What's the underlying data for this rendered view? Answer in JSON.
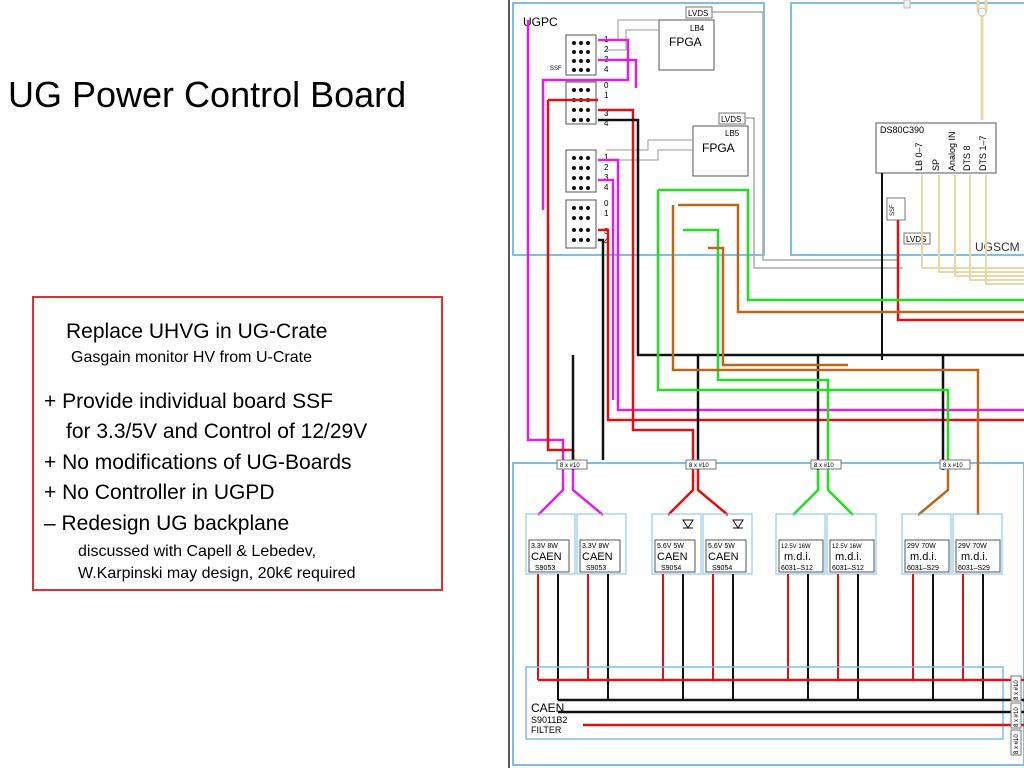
{
  "slide": {
    "title": "UG Power Control Board",
    "notes": {
      "line1": "Replace  UHVG in UG-Crate",
      "line2": "Gasgain monitor HV from U-Crate",
      "line3": "+ Provide individual board SSF",
      "line4": "for 3.3/5V and Control of 12/29V",
      "line5": "+ No modifications of UG-Boards",
      "line6": "+ No Controller in UGPD",
      "line7": "– Redesign UG backplane",
      "line8": "discussed with Capell & Lebedev,",
      "line9": "W.Karpinski may design,  20k€ required"
    }
  },
  "schematic": {
    "ugpc_label": "UGPC",
    "ugscm_label": "UGSCM",
    "fpga1": {
      "box_label": "LB4",
      "chip": "FPGA",
      "link": "LVDS"
    },
    "fpga2": {
      "box_label": "LB5",
      "chip": "FPGA",
      "link": "LVDS"
    },
    "ssf_label": "SSF",
    "ssf_small": "SSF",
    "lvds_small": "LVDS",
    "connector_pins": {
      "c1": [
        "1",
        "2",
        "3",
        "4"
      ],
      "c2": [
        "0",
        "1",
        "3",
        "4"
      ],
      "c3": [
        "1",
        "2",
        "3",
        "4"
      ],
      "c4": [
        "0",
        "1",
        "3",
        "4"
      ]
    },
    "ds80": {
      "name": "DS80C390",
      "pins": [
        "LB 0–7",
        "SP",
        "Analog IN",
        "DTS 8",
        "DTS 1–7"
      ]
    },
    "bus_labels": [
      "8 x #10",
      "8 x #10",
      "8 x #10",
      "8 x #10"
    ],
    "modules": [
      {
        "rating": "3.3V  8W",
        "brand": "CAEN",
        "model": "S9053"
      },
      {
        "rating": "3.3V  8W",
        "brand": "CAEN",
        "model": "S9053"
      },
      {
        "rating": "5.6V  5W",
        "brand": "CAEN",
        "model": "S9054"
      },
      {
        "rating": "5.6V  5W",
        "brand": "CAEN",
        "model": "S9054"
      },
      {
        "rating": "12.5V 16W",
        "brand": "m.d.i.",
        "model": "6031–S12"
      },
      {
        "rating": "12.5V 16W",
        "brand": "m.d.i.",
        "model": "6031–S12"
      },
      {
        "rating": "29V 70W",
        "brand": "m.d.i.",
        "model": "6031–S29"
      },
      {
        "rating": "29V 70W",
        "brand": "m.d.i.",
        "model": "6031–S29"
      }
    ],
    "filter": {
      "brand": "CAEN",
      "model": "S9011B2",
      "type": "FILTER"
    },
    "right_labels": [
      "8 x #10",
      "8 x #10",
      "8 x #10"
    ],
    "colors": {
      "box_border": "#7fbfe6",
      "red": "#e01010",
      "black": "#111111",
      "magenta": "#e020e0",
      "green": "#20e020",
      "brown": "#b86818",
      "gray": "#9a9a9a",
      "cream": "#f0e0b0"
    }
  }
}
